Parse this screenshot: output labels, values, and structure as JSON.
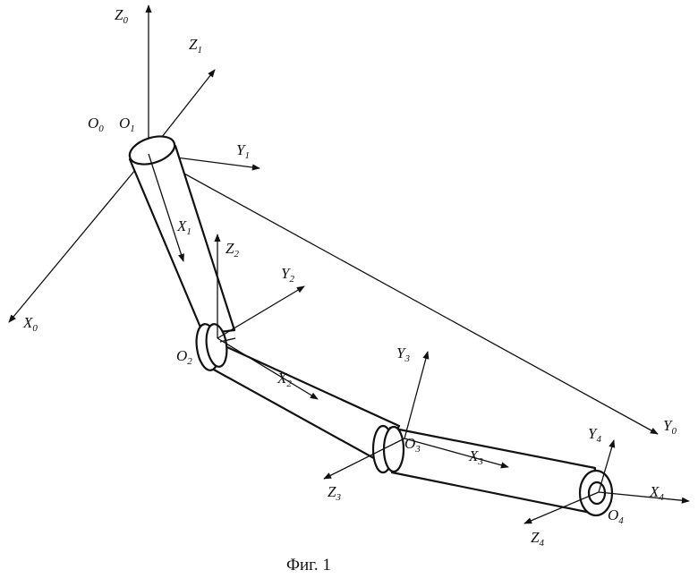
{
  "labels": {
    "z0": {
      "base": "Z",
      "sub": "0"
    },
    "z1": {
      "base": "Z",
      "sub": "1"
    },
    "o0": {
      "base": "O",
      "sub": "0"
    },
    "o1": {
      "base": "O",
      "sub": "1"
    },
    "y1": {
      "base": "Y",
      "sub": "1"
    },
    "x1": {
      "base": "X",
      "sub": "1"
    },
    "z2": {
      "base": "Z",
      "sub": "2"
    },
    "y2": {
      "base": "Y",
      "sub": "2"
    },
    "x0": {
      "base": "X",
      "sub": "0"
    },
    "o2": {
      "base": "O",
      "sub": "2"
    },
    "x2": {
      "base": "X",
      "sub": "2"
    },
    "y3": {
      "base": "Y",
      "sub": "3"
    },
    "y0": {
      "base": "Y",
      "sub": "0"
    },
    "o3": {
      "base": "O",
      "sub": "3"
    },
    "x3": {
      "base": "X",
      "sub": "3"
    },
    "z3": {
      "base": "Z",
      "sub": "3"
    },
    "y4": {
      "base": "Y",
      "sub": "4"
    },
    "x4": {
      "base": "X",
      "sub": "4"
    },
    "o4": {
      "base": "O",
      "sub": "4"
    },
    "z4": {
      "base": "Z",
      "sub": "4"
    }
  },
  "caption": "Фиг. 1"
}
